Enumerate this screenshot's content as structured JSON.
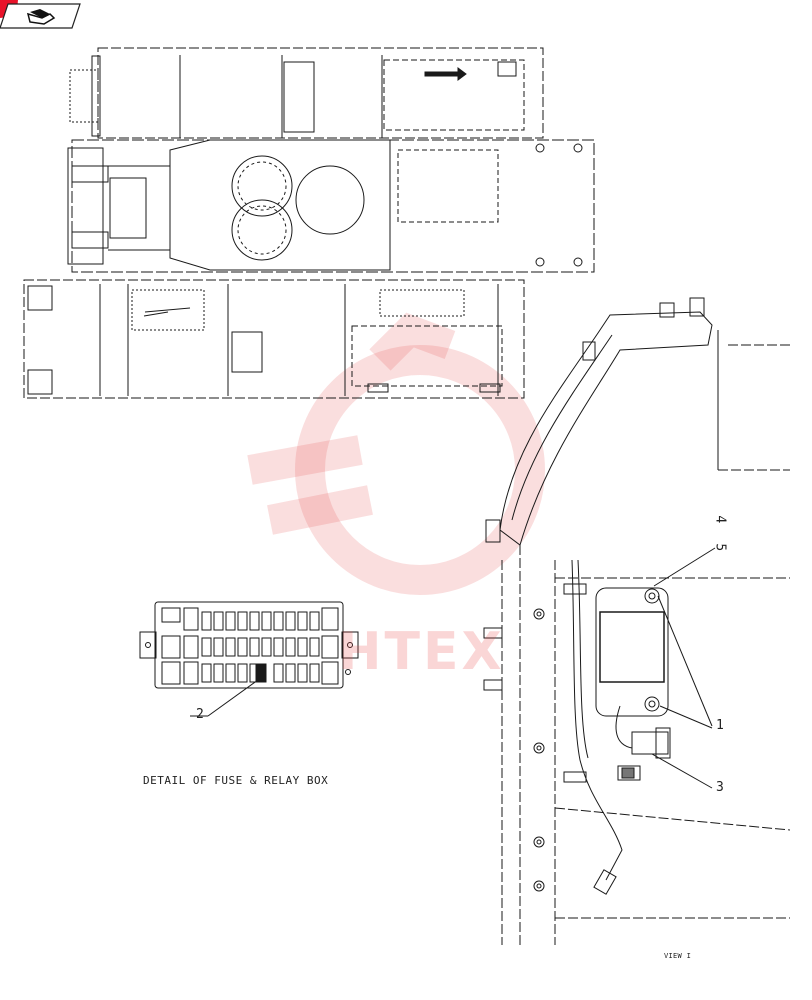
{
  "labels": {
    "detail_caption": "DETAIL OF FUSE & RELAY BOX",
    "view_caption": "VIEW I",
    "callout_1": "1",
    "callout_2": "2",
    "callout_3": "3",
    "callout_4": "4",
    "callout_5": "5"
  },
  "watermark": {
    "text": "HTEX",
    "color": "#e64646"
  },
  "colors": {
    "line": "#1a1a1a",
    "corner_tab": "#e8132a"
  },
  "icons": {
    "corner_logo": "book-icon"
  }
}
